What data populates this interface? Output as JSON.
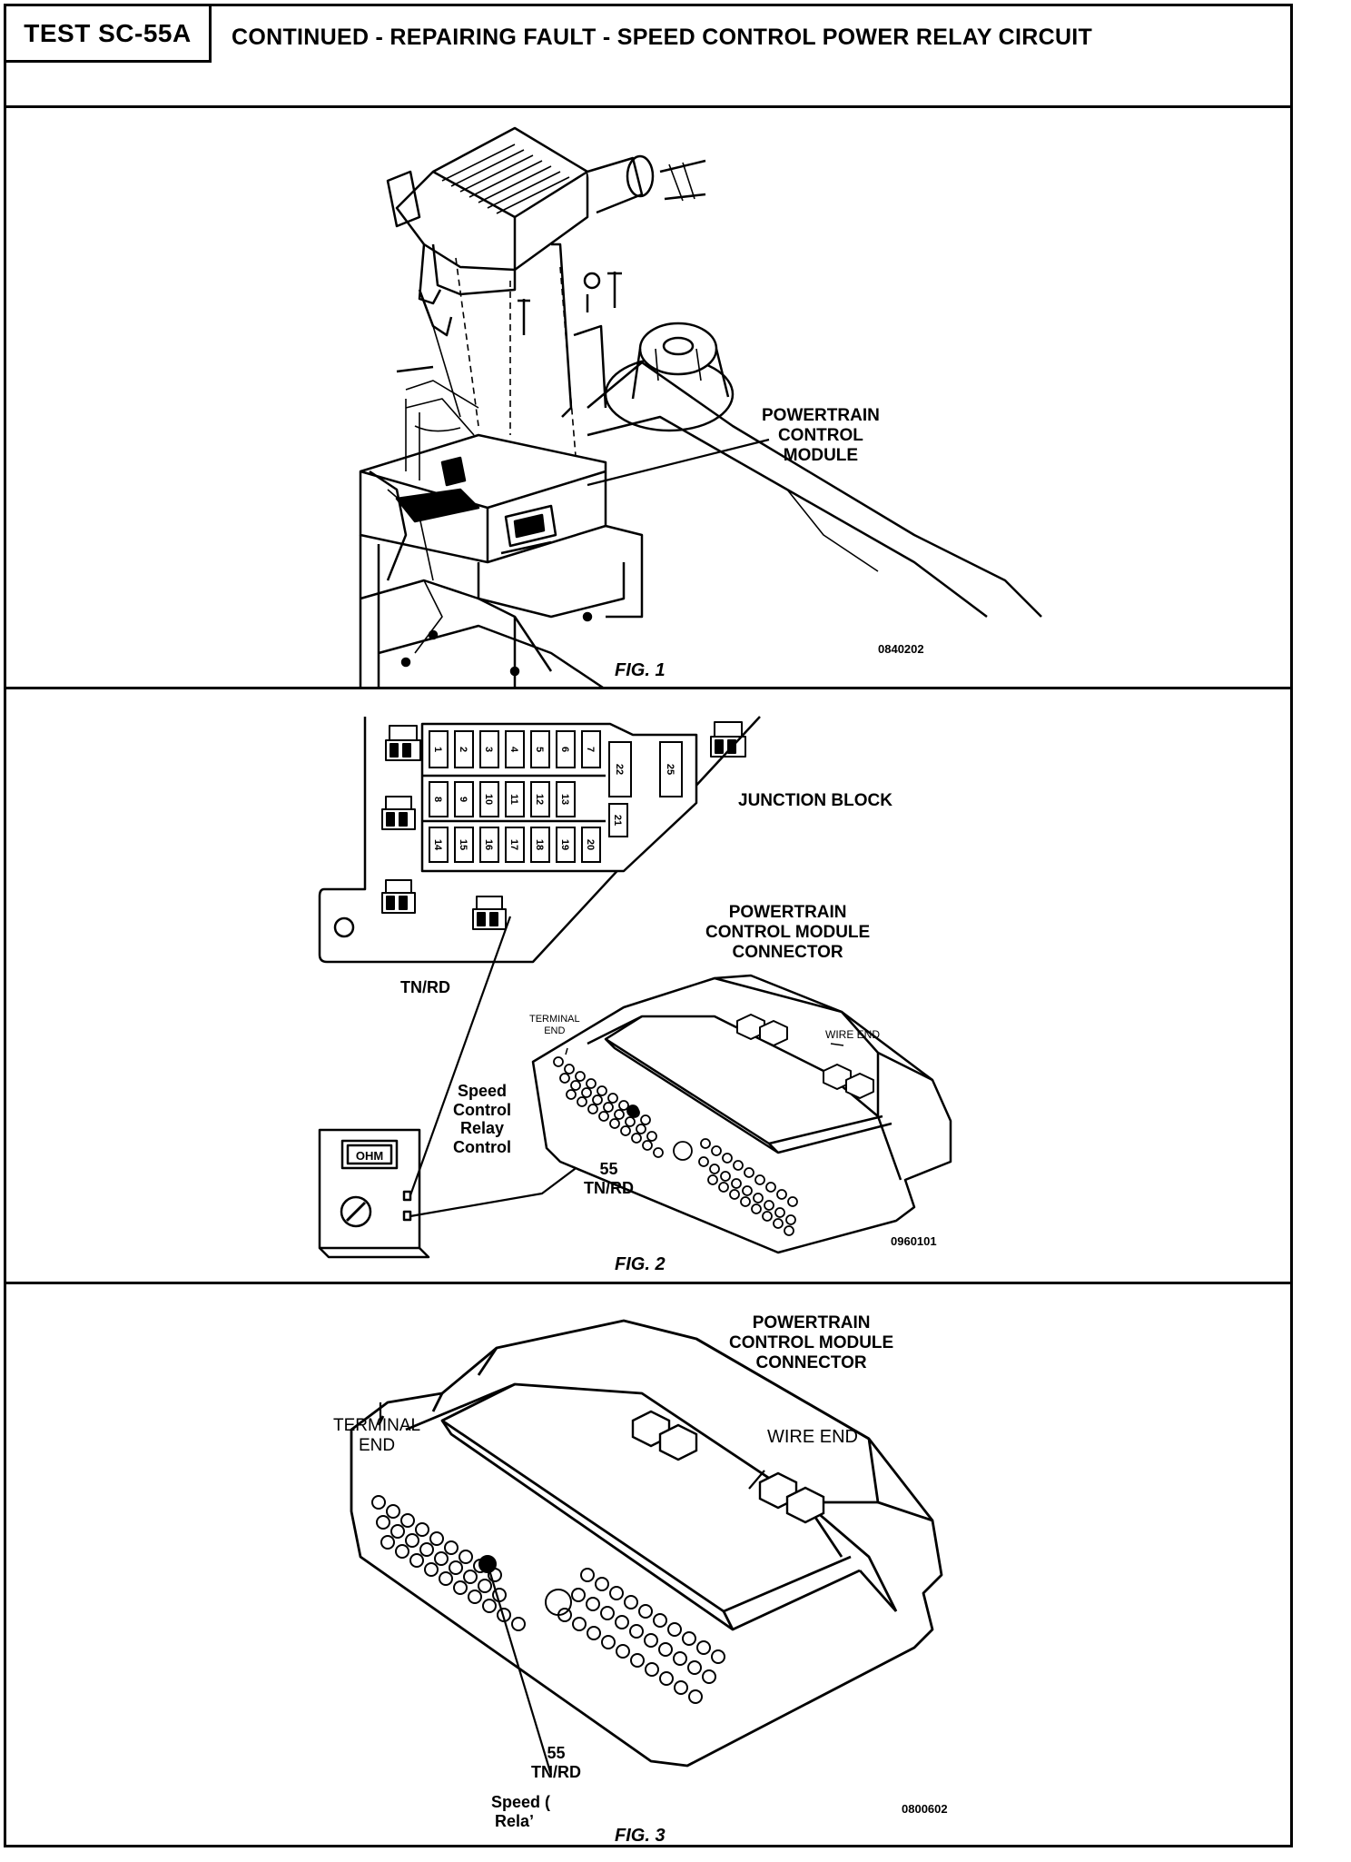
{
  "header": {
    "test_id": "TEST SC-55A",
    "title": "CONTINUED - REPAIRING FAULT - SPEED CONTROL POWER RELAY CIRCUIT"
  },
  "fig1": {
    "label_line1": "POWERTRAIN",
    "label_line2": "CONTROL",
    "label_line3": "MODULE",
    "code": "0840202",
    "caption": "FIG. 1"
  },
  "fig2": {
    "junction_block": "JUNCTION BLOCK",
    "pcm_line1": "POWERTRAIN",
    "pcm_line2": "CONTROL MODULE",
    "pcm_line3": "CONNECTOR",
    "terminal_line1": "TERMINAL",
    "terminal_line2": "END",
    "wire_end": "WIRE  END",
    "tn_rd_top": "TN/RD",
    "relay_line1": "Speed",
    "relay_line2": "Control",
    "relay_line3": "Relay",
    "relay_line4": "Control",
    "pin": "55",
    "pin_wire": "TN/RD",
    "meter_display": "OHM",
    "code": "0960101",
    "caption": "FIG. 2",
    "fuses_row1": [
      "1",
      "2",
      "3",
      "4",
      "5",
      "6",
      "7"
    ],
    "fuses_row2": [
      "8",
      "9",
      "10",
      "11",
      "12",
      "13"
    ],
    "fuses_row3": [
      "14",
      "15",
      "16",
      "17",
      "18",
      "19",
      "20"
    ],
    "fuses_big": [
      "22",
      "25",
      "21"
    ]
  },
  "fig3": {
    "pcm_line1": "POWERTRAIN",
    "pcm_line2": "CONTROL MODULE",
    "pcm_line3": "CONNECTOR",
    "terminal_line1": "TERMINAL",
    "terminal_line2": "END",
    "wire_end": "WIRE  END",
    "pin": "55",
    "pin_wire": "TN/RD",
    "relay_line1": "Speed (",
    "relay_line2": "Relaʼ",
    "code": "0800602",
    "caption": "FIG. 3"
  }
}
